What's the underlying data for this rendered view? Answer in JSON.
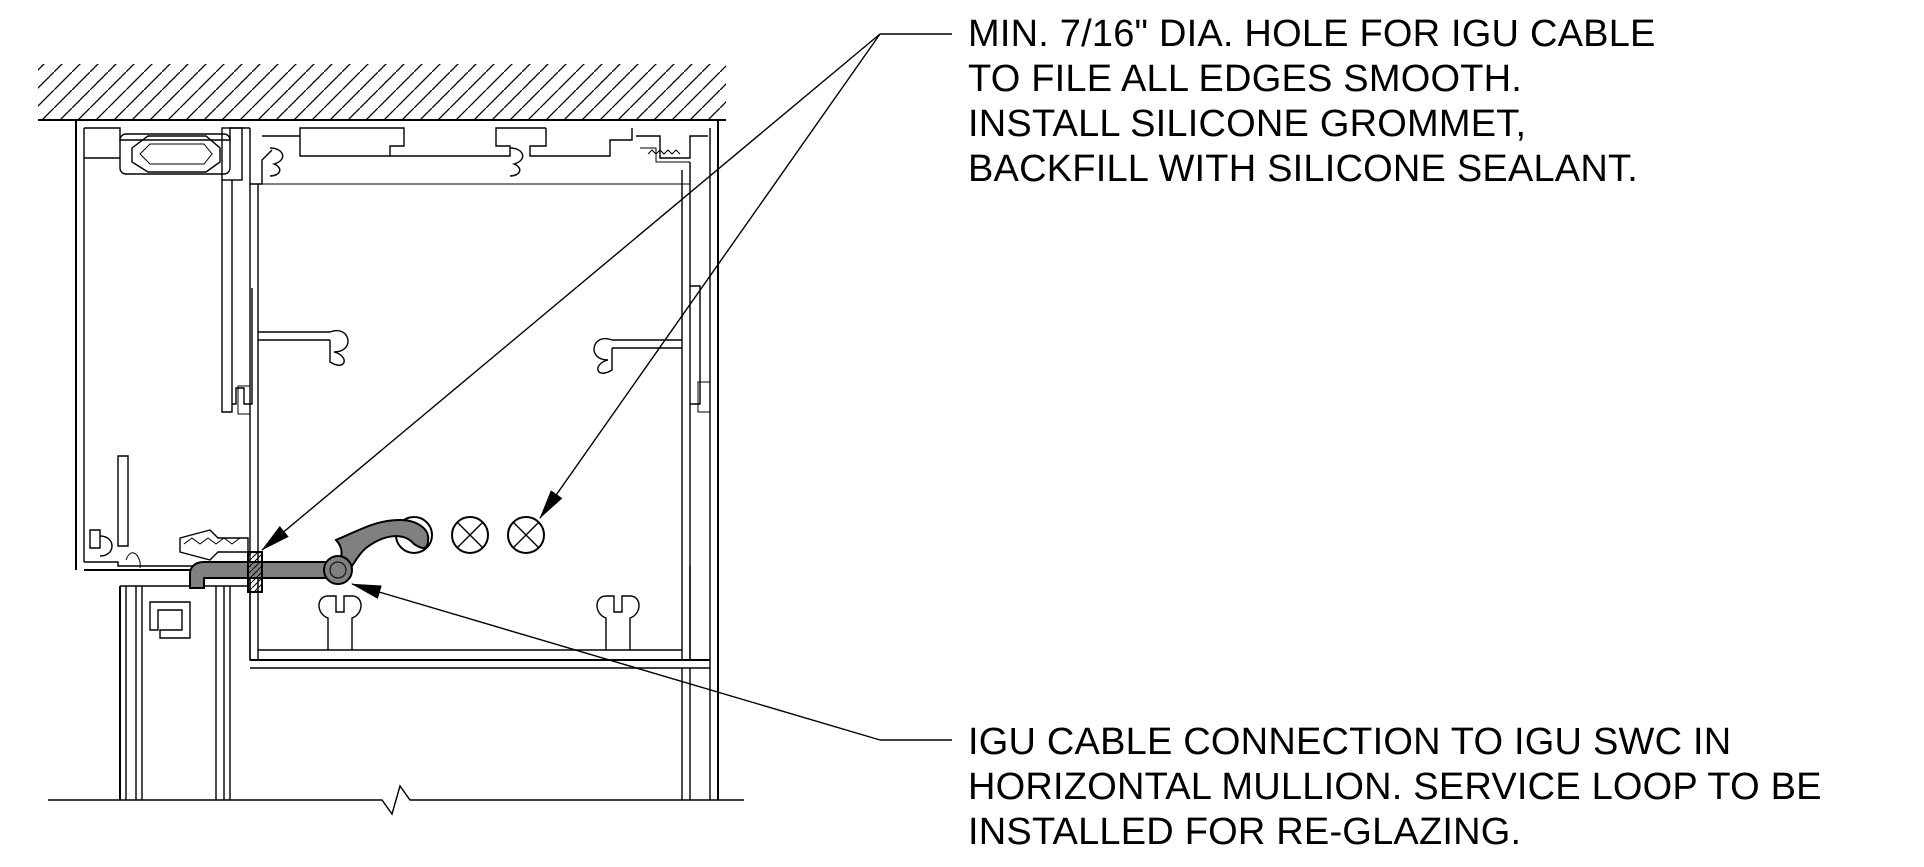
{
  "notes": {
    "top": {
      "lines": [
        "MIN. 7/16\" DIA. HOLE FOR IGU CABLE",
        "TO FILE ALL EDGES SMOOTH.",
        "INSTALL SILICONE GROMMET,",
        "BACKFILL WITH SILICONE SEALANT."
      ]
    },
    "bottom": {
      "lines": [
        "IGU CABLE CONNECTION TO IGU SWC IN",
        "HORIZONTAL MULLION.  SERVICE LOOP TO BE",
        "INSTALLED FOR RE-GLAZING."
      ]
    }
  },
  "colors": {
    "line": "#000000",
    "cable_fill": "#808080",
    "background": "#ffffff"
  }
}
